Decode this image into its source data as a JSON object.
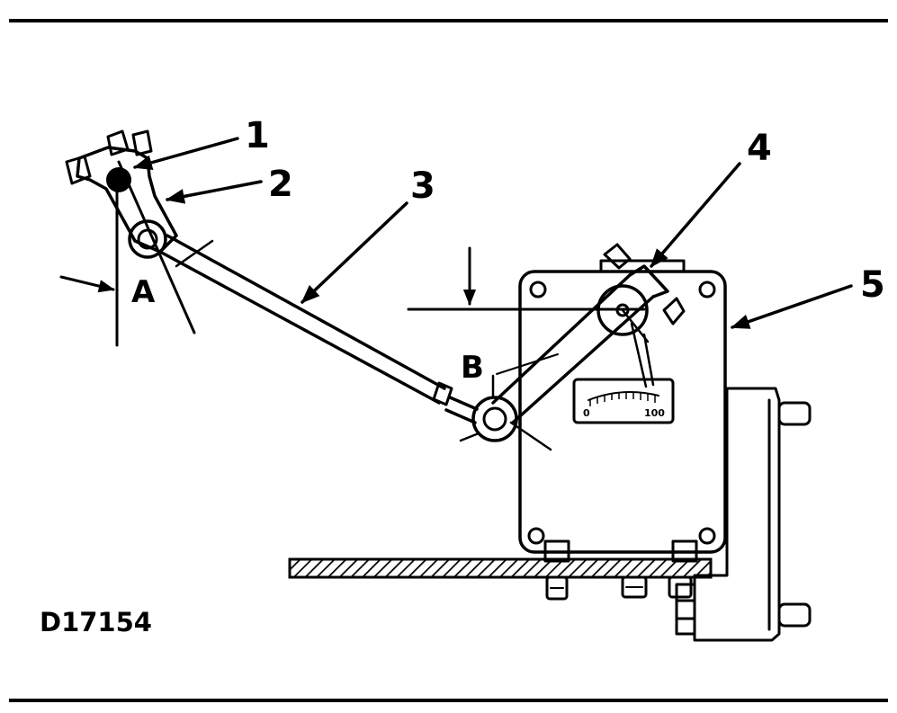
{
  "figure_code": "D17154",
  "callouts": {
    "c1": "1",
    "c2": "2",
    "c3": "3",
    "c4": "4",
    "c5": "5"
  },
  "angle_labels": {
    "a": "A",
    "b": "B"
  },
  "gauge": {
    "min_label": "0",
    "max_label": "100"
  }
}
